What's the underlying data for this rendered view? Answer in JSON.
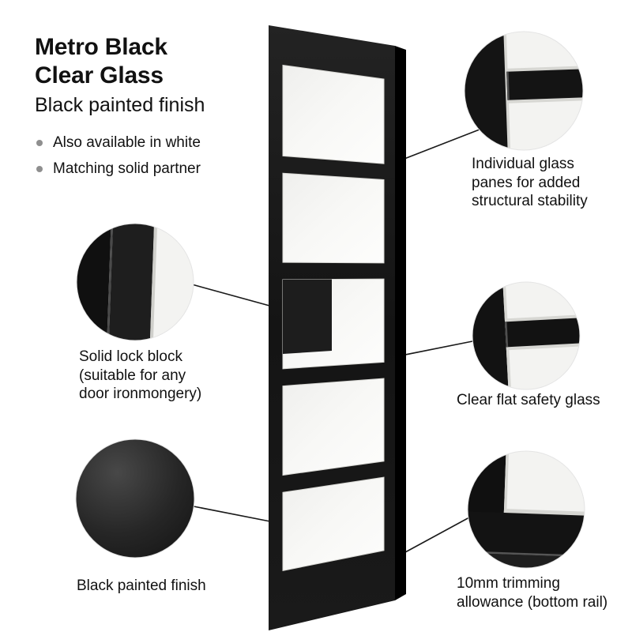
{
  "header": {
    "title_line1": "Metro Black",
    "title_line2": "Clear Glass",
    "subtitle": "Black painted finish"
  },
  "features": [
    {
      "label": "Also available in white"
    },
    {
      "label": "Matching solid partner"
    }
  ],
  "callouts": [
    {
      "id": "glass-panes",
      "label": "Individual glass panes for added structural stability",
      "lines": [
        "Individual glass",
        "panes for added",
        "structural stability"
      ]
    },
    {
      "id": "lock-block",
      "label": "Solid lock block (suitable for any door ironmongery)",
      "lines": [
        "Solid lock block",
        "(suitable for any",
        "door ironmongery)"
      ]
    },
    {
      "id": "safety-glass",
      "label": "Clear flat safety glass",
      "lines": [
        "Clear flat safety glass"
      ]
    },
    {
      "id": "painted-finish",
      "label": "Black painted finish",
      "lines": [
        "Black painted finish"
      ]
    },
    {
      "id": "trimming-allowance",
      "label": "10mm trimming allowance (bottom rail)",
      "lines": [
        "10mm trimming",
        "allowance (bottom rail)"
      ]
    }
  ],
  "colors": {
    "door_finish": "#161616",
    "door_edge": "#000000",
    "glass": "#f3f3f1",
    "text": "#111111",
    "bullet": "#8f8f8f"
  }
}
